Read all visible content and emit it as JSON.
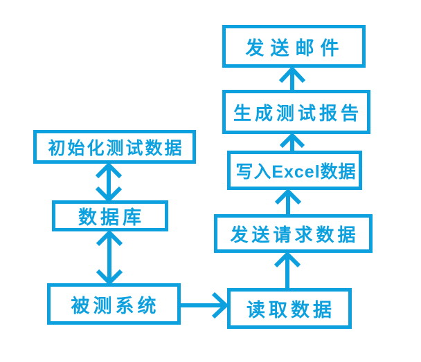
{
  "diagram": {
    "title": "automated-testing-flowchart",
    "background_color": "#ffffff",
    "accent_color": "#0da0df",
    "nodes": [
      {
        "id": "init",
        "label": "初始化测试数据"
      },
      {
        "id": "db",
        "label": "数据库"
      },
      {
        "id": "sut",
        "label": "被测系统"
      },
      {
        "id": "read",
        "label": "读取数据"
      },
      {
        "id": "request",
        "label": "发送请求数据"
      },
      {
        "id": "excel",
        "label": "写入Excel数据"
      },
      {
        "id": "report",
        "label": "生成测试报告"
      },
      {
        "id": "mail",
        "label": "发送邮件"
      }
    ],
    "edges": [
      {
        "from": "init",
        "to": "db",
        "direction": "bidirectional"
      },
      {
        "from": "db",
        "to": "sut",
        "direction": "bidirectional"
      },
      {
        "from": "sut",
        "to": "read",
        "direction": "forward"
      },
      {
        "from": "read",
        "to": "request",
        "direction": "forward"
      },
      {
        "from": "request",
        "to": "excel",
        "direction": "forward"
      },
      {
        "from": "excel",
        "to": "report",
        "direction": "forward"
      },
      {
        "from": "report",
        "to": "mail",
        "direction": "forward"
      }
    ]
  }
}
